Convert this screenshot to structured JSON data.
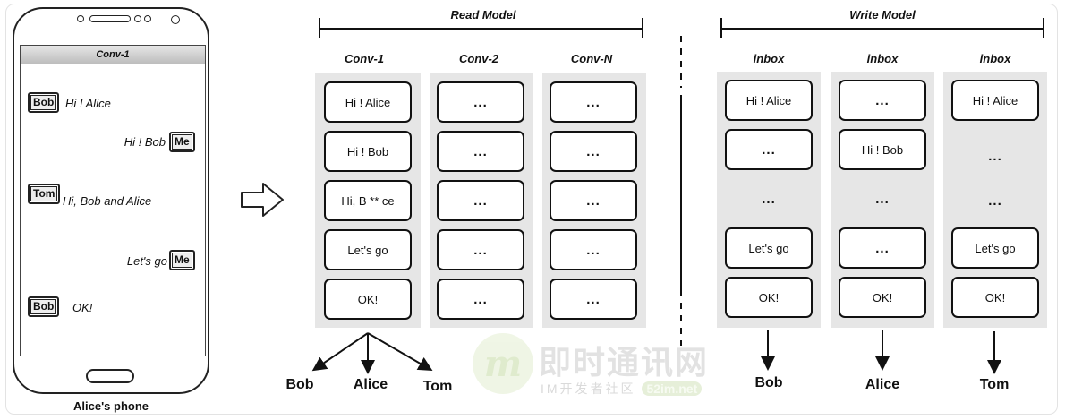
{
  "phone": {
    "title": "Conv-1",
    "caption": "Alice's phone",
    "messages": [
      {
        "sender": "Bob",
        "text": "Hi ! Alice",
        "side": "left"
      },
      {
        "sender": "Me",
        "text": "Hi ! Bob",
        "side": "right"
      },
      {
        "sender": "Tom",
        "text": "Hi, Bob and Alice",
        "side": "left"
      },
      {
        "sender": "Me",
        "text": "Let's go",
        "side": "right"
      },
      {
        "sender": "Bob",
        "text": "OK!",
        "side": "left"
      }
    ]
  },
  "read_model": {
    "title": "Read Model",
    "columns": [
      {
        "label": "Conv-1",
        "cells": [
          "Hi ! Alice",
          "Hi ! Bob",
          "Hi, B ** ce",
          "Let's go",
          "OK!"
        ]
      },
      {
        "label": "Conv-2",
        "cells": [
          "...",
          "...",
          "...",
          "...",
          "..."
        ]
      },
      {
        "label": "Conv-N",
        "cells": [
          "...",
          "...",
          "...",
          "...",
          "..."
        ]
      }
    ],
    "fanout": [
      "Bob",
      "Alice",
      "Tom"
    ]
  },
  "write_model": {
    "title": "Write Model",
    "columns": [
      {
        "label": "inbox",
        "cells": [
          "Hi ! Alice",
          "...",
          "...",
          "Let's go",
          "OK!"
        ],
        "boxed": [
          true,
          true,
          false,
          true,
          true
        ],
        "owner": "Bob"
      },
      {
        "label": "inbox",
        "cells": [
          "...",
          "Hi ! Bob",
          "...",
          "...",
          "OK!"
        ],
        "boxed": [
          true,
          true,
          false,
          true,
          true
        ],
        "owner": "Alice"
      },
      {
        "label": "inbox",
        "cells": [
          "Hi ! Alice",
          "...",
          "...",
          "Let's go",
          "OK!"
        ],
        "boxed": [
          true,
          false,
          false,
          true,
          true
        ],
        "owner": "Tom"
      }
    ]
  },
  "watermark": {
    "logo_letter": "m",
    "name": "即时通讯网",
    "sub": "IM开发者社区",
    "domain": "52im.net"
  }
}
